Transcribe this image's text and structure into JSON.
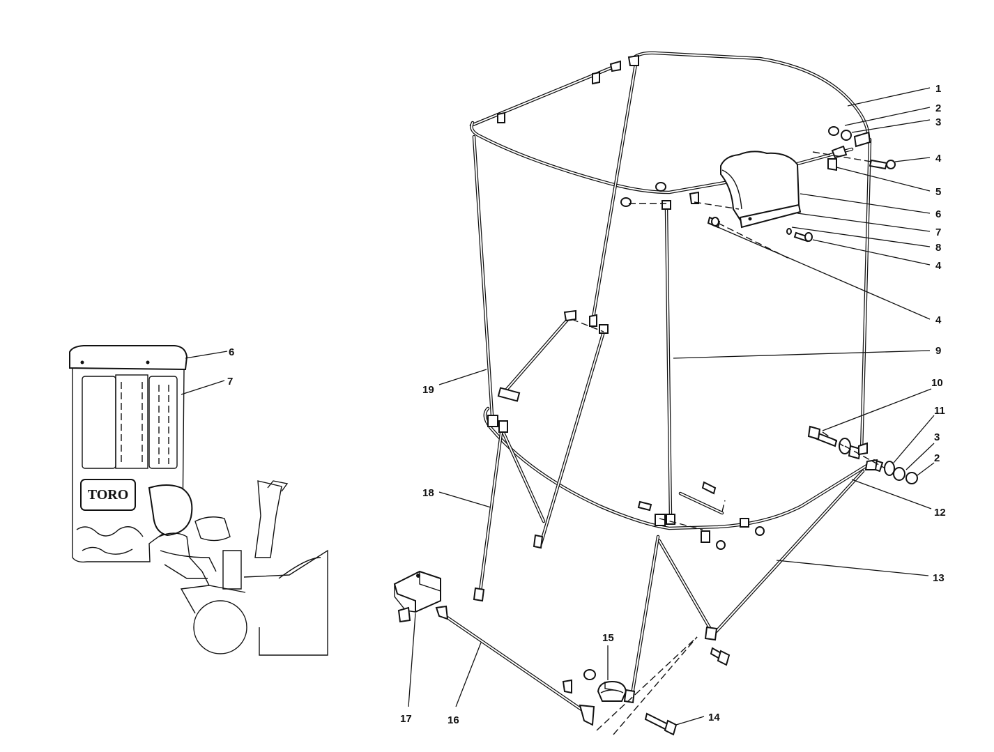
{
  "logo": {
    "text": "TORO"
  },
  "callouts": [
    {
      "id": "c1",
      "label": "1"
    },
    {
      "id": "c2a",
      "label": "2"
    },
    {
      "id": "c3a",
      "label": "3"
    },
    {
      "id": "c4a",
      "label": "4"
    },
    {
      "id": "c5",
      "label": "5"
    },
    {
      "id": "c6",
      "label": "6"
    },
    {
      "id": "c7",
      "label": "7"
    },
    {
      "id": "c8",
      "label": "8"
    },
    {
      "id": "c4b",
      "label": "4"
    },
    {
      "id": "c4c",
      "label": "4"
    },
    {
      "id": "c9",
      "label": "9"
    },
    {
      "id": "c10",
      "label": "10"
    },
    {
      "id": "c11",
      "label": "11"
    },
    {
      "id": "c3b",
      "label": "3"
    },
    {
      "id": "c2b",
      "label": "2"
    },
    {
      "id": "c12",
      "label": "12"
    },
    {
      "id": "c13",
      "label": "13"
    },
    {
      "id": "c14",
      "label": "14"
    },
    {
      "id": "c15",
      "label": "15"
    },
    {
      "id": "c16",
      "label": "16"
    },
    {
      "id": "c17",
      "label": "17"
    },
    {
      "id": "c18",
      "label": "18"
    },
    {
      "id": "c19",
      "label": "19"
    },
    {
      "id": "c6s",
      "label": "6"
    },
    {
      "id": "c7s",
      "label": "7"
    }
  ]
}
